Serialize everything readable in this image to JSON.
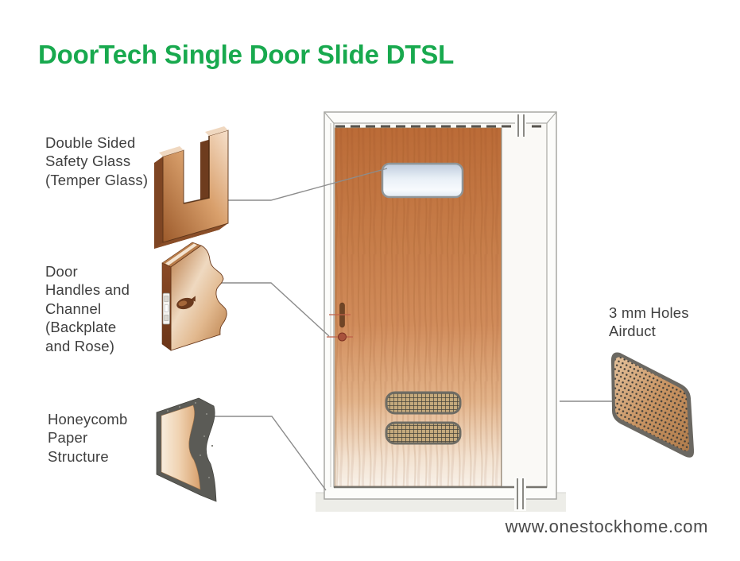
{
  "title": "DoorTech Single Door Slide DTSL",
  "labels": {
    "glass": "Double Sided\nSafety Glass\n(Temper Glass)",
    "handles": "Door\nHandles and\nChannel\n(Backplate\nand Rose)",
    "honeycomb": "Honeycomb\nPaper\nStructure",
    "airduct": "3 mm Holes\nAirduct"
  },
  "footer": {
    "website": "www.onestockhome.com"
  },
  "colors": {
    "accent-green": "#18A94E",
    "label-text": "#3F3F3F",
    "website-text": "#4A4A4A",
    "wood-top": "#BB6B37",
    "wood-bottom": "#F8F1E9",
    "copper": "#C58A57",
    "copper-dark": "#7C4524",
    "frame-line": "#A8A8A4",
    "leader-line": "#8C8C8C",
    "glass-blue": "#C9D6E4",
    "vent-mesh": "#44423A",
    "floor": "#EDEDE8"
  }
}
